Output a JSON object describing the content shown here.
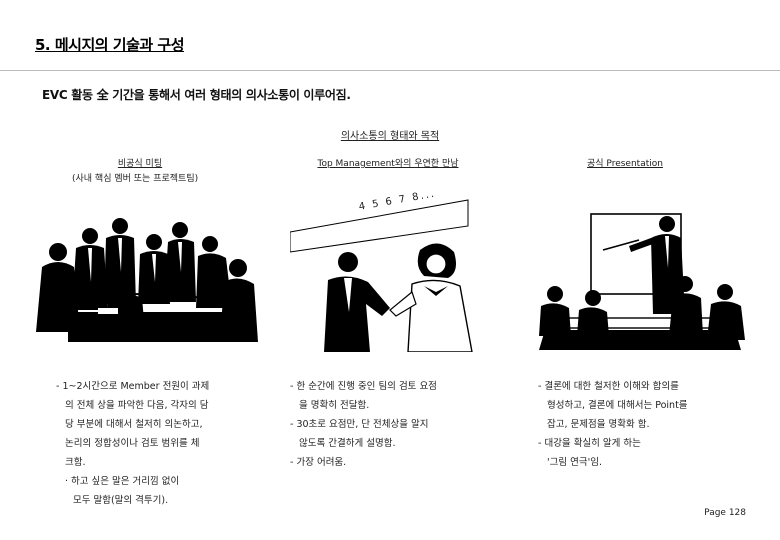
{
  "slide": {
    "title": "5. 메시지의 기술과 구성",
    "subtitle": "EVC 활동 全 기간을 통해서 여러 형태의 의사소통이 이루어짐.",
    "center_heading": "의사소통의 형태와 목적",
    "page_number": "Page 128"
  },
  "columns": [
    {
      "heading": "비공식 미팅",
      "note": "(사내 핵심 멤버 또는 프로젝트팀)",
      "lines": [
        "- 1~2시간으로 Member 전원이 과제",
        "  의 전체 상을 파악한 다음, 각자의 담",
        "  당 부분에 대해서 철저히 의논하고,",
        "  논리의 정합성이나 검토 범위를 체",
        "  크함.",
        "  · 하고 싶은 말은 거리낌 없이",
        "    모두 말함(말의 격투기)."
      ]
    },
    {
      "heading": "Top Management와의 우연한 만남",
      "wall_numbers": "4  5  6  7  8...",
      "lines": [
        "- 한 순간에 진행 중인 팀의 검토 요점",
        "  을 명확히 전달함.",
        "- 30초로 요점만, 단 전체상을 알지",
        "  않도록 간결하게 설명함.",
        "- 가장 어려움."
      ]
    },
    {
      "heading": "공식 Presentation",
      "lines": [
        "- 결론에 대한 철저한 이해와 합의를",
        "  형성하고, 결론에 대해서는 Point를",
        "  잡고, 문제점을 명확화 함.",
        "- 대강을 확실히 알게 하는",
        "  '그림 연극'임."
      ]
    }
  ]
}
